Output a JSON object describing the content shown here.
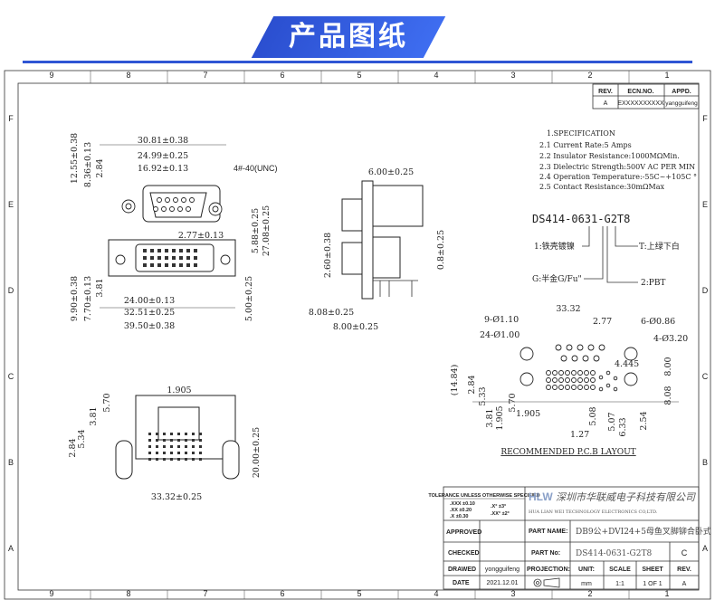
{
  "banner": {
    "title": "产品图纸",
    "accent_color": "#2f55d4"
  },
  "frame": {
    "columns": [
      "9",
      "8",
      "7",
      "6",
      "5",
      "4",
      "3",
      "2",
      "1"
    ],
    "rows": [
      "F",
      "E",
      "D",
      "C",
      "B",
      "A"
    ]
  },
  "revision_table": {
    "headers": [
      "REV.",
      "ECN.NO.",
      "APPD."
    ],
    "row": [
      "A",
      "EXXXXXXXXXX",
      "yangguifeng"
    ]
  },
  "specification": {
    "title": "1.SPECIFICATION",
    "items": [
      "2.1 Current Rate:5 Amps",
      "2.2 Insulator Resistance:1000MΩMin.",
      "2.3 Dielectric Strength:500V AC PER MIN",
      "2.4 Operation Temperature:-55C~+105C °",
      "2.5 Contact Resistance:30mΩMax"
    ]
  },
  "part_code": {
    "code": "DS414-0631-G2T8",
    "legend": [
      "1:铁壳镀镍",
      "G:半金G/Fu\"",
      "2:PBT",
      "T:上绿下白"
    ]
  },
  "front_view": {
    "dims": [
      "30.81±0.38",
      "24.99±0.25",
      "16.92±0.13",
      "4#-40(UNC)",
      "2.77±0.13",
      "24.00±0.13",
      "32.51±0.25",
      "39.50±0.38",
      "12.55±0.38",
      "8.36±0.13",
      "2.84",
      "9.90±0.38",
      "7.70±0.13",
      "3.81",
      "5.88±0.25",
      "27.08±0.25",
      "5.00±0.25"
    ]
  },
  "side_view": {
    "dims": [
      "6.00±0.25",
      "2.60±0.38",
      "0.8±0.25",
      "8.08±0.25",
      "8.00±0.25"
    ]
  },
  "bottom_view": {
    "dims": [
      "1.905",
      "5.70",
      "3.81",
      "5.34",
      "2.84",
      "20.00±0.25",
      "33.32±0.25"
    ]
  },
  "pcb_layout": {
    "title": "RECOMMENDED P.C.B LAYOUT",
    "dims": [
      "33.32",
      "9-Ø1.10",
      "24-Ø1.00",
      "2.77",
      "6-Ø0.86",
      "4-Ø3.20",
      "4.445",
      "(14.84)",
      "2.84",
      "5.33",
      "5.70",
      "3.81",
      "1.905",
      "1.905",
      "5.08",
      "1.27",
      "5.07",
      "6.33",
      "2.54",
      "8.00",
      "8.08"
    ]
  },
  "title_block": {
    "tolerance_title": "TOLERANCE UNLESS OTHERWISE SPECIFIED",
    "tolerances": [
      ".XXX ±0.10",
      ".XX ±0.20",
      ".X ±0.30",
      ".X° ±3°",
      ".XX° ±2°"
    ],
    "company_logo": "HLW",
    "company_cn": "深圳市华联威电子科技有限公司",
    "company_en": "HUA LIAN WEI TECHNOLOGY ELECTRONICS CO,LTD.",
    "approved_label": "APPROVED",
    "checked_label": "CHECKED",
    "drawed_label": "DRAWED",
    "drawed_value": "yongguifeng",
    "date_label": "DATE",
    "date_value": "2021.12.01",
    "part_name_label": "PART NAME:",
    "part_name_value": "DB9公+DVI24+5母鱼叉脚铆合卧式",
    "part_no_label": "PART No:",
    "part_no_value": "DS414-0631-G2T8",
    "part_rev": "C",
    "projection_label": "PROJECTION:",
    "unit_label": "UNIT:",
    "unit_value": "mm",
    "scale_label": "SCALE",
    "scale_value": "1:1",
    "sheet_label": "SHEET",
    "sheet_value": "1 OF 1",
    "rev_label": "REV.",
    "rev_value": "A"
  }
}
